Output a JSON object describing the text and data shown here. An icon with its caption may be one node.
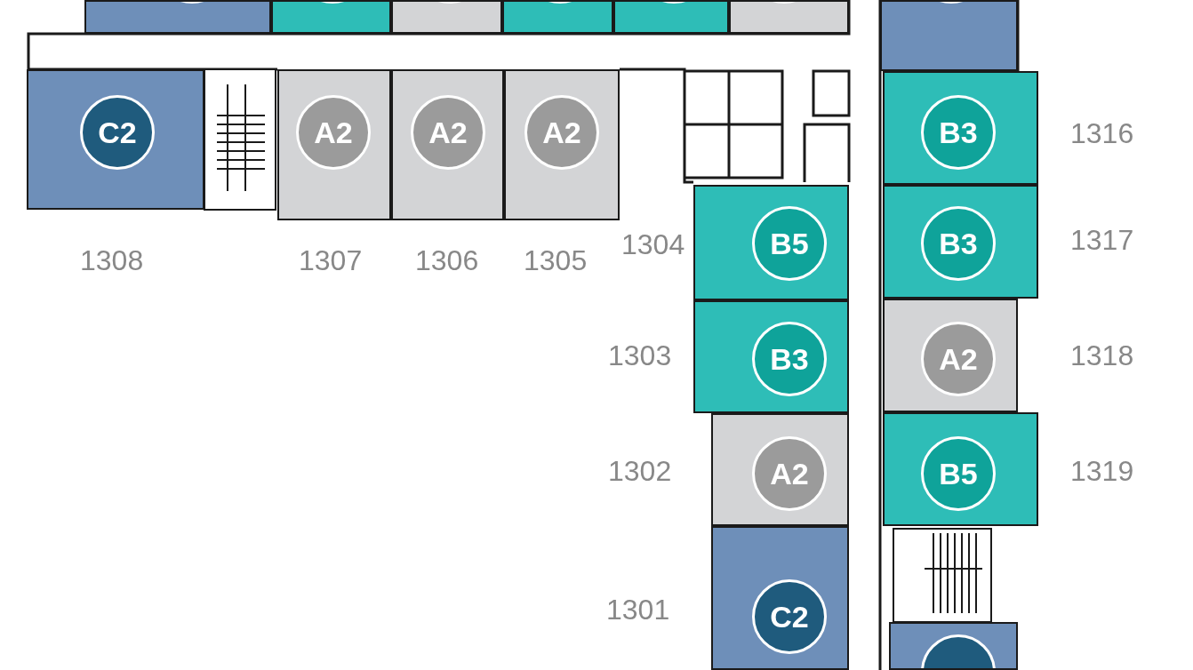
{
  "diagram": {
    "nodes": [
      {
        "text": [],
        "shape": "box"
      },
      {
        "text": [],
        "shape": "box"
      },
      {
        "text": [],
        "shape": "box"
      },
      {
        "text": [],
        "shape": "box"
      },
      {
        "text": [],
        "shape": "box"
      },
      {
        "text": [],
        "shape": "box"
      },
      {
        "text": [],
        "shape": "box"
      },
      {
        "text": [
          "C2"
        ],
        "beside": [
          "1308"
        ]
      },
      {
        "text": [
          "A2"
        ],
        "beside": [
          "1307"
        ]
      },
      {
        "text": [
          "A2"
        ],
        "beside": [
          "1306"
        ]
      },
      {
        "text": [
          "A2"
        ],
        "beside": [
          "1305"
        ]
      },
      {
        "text": [
          "B3"
        ],
        "beside": [
          "1316"
        ]
      },
      {
        "text": [
          "B5"
        ],
        "beside": [
          "1304"
        ]
      },
      {
        "text": [
          "B3"
        ],
        "beside": [
          "1317"
        ]
      },
      {
        "text": [
          "B3"
        ],
        "beside": [
          "1303"
        ]
      },
      {
        "text": [
          "A2"
        ],
        "beside": [
          "1318"
        ]
      },
      {
        "text": [
          "A2"
        ],
        "beside": [
          "1302"
        ]
      },
      {
        "text": [
          "B5"
        ],
        "beside": [
          "1319"
        ]
      },
      {
        "text": [
          "C2"
        ],
        "beside": [
          "1301"
        ]
      },
      {
        "text": [],
        "shape": "box"
      }
    ]
  }
}
